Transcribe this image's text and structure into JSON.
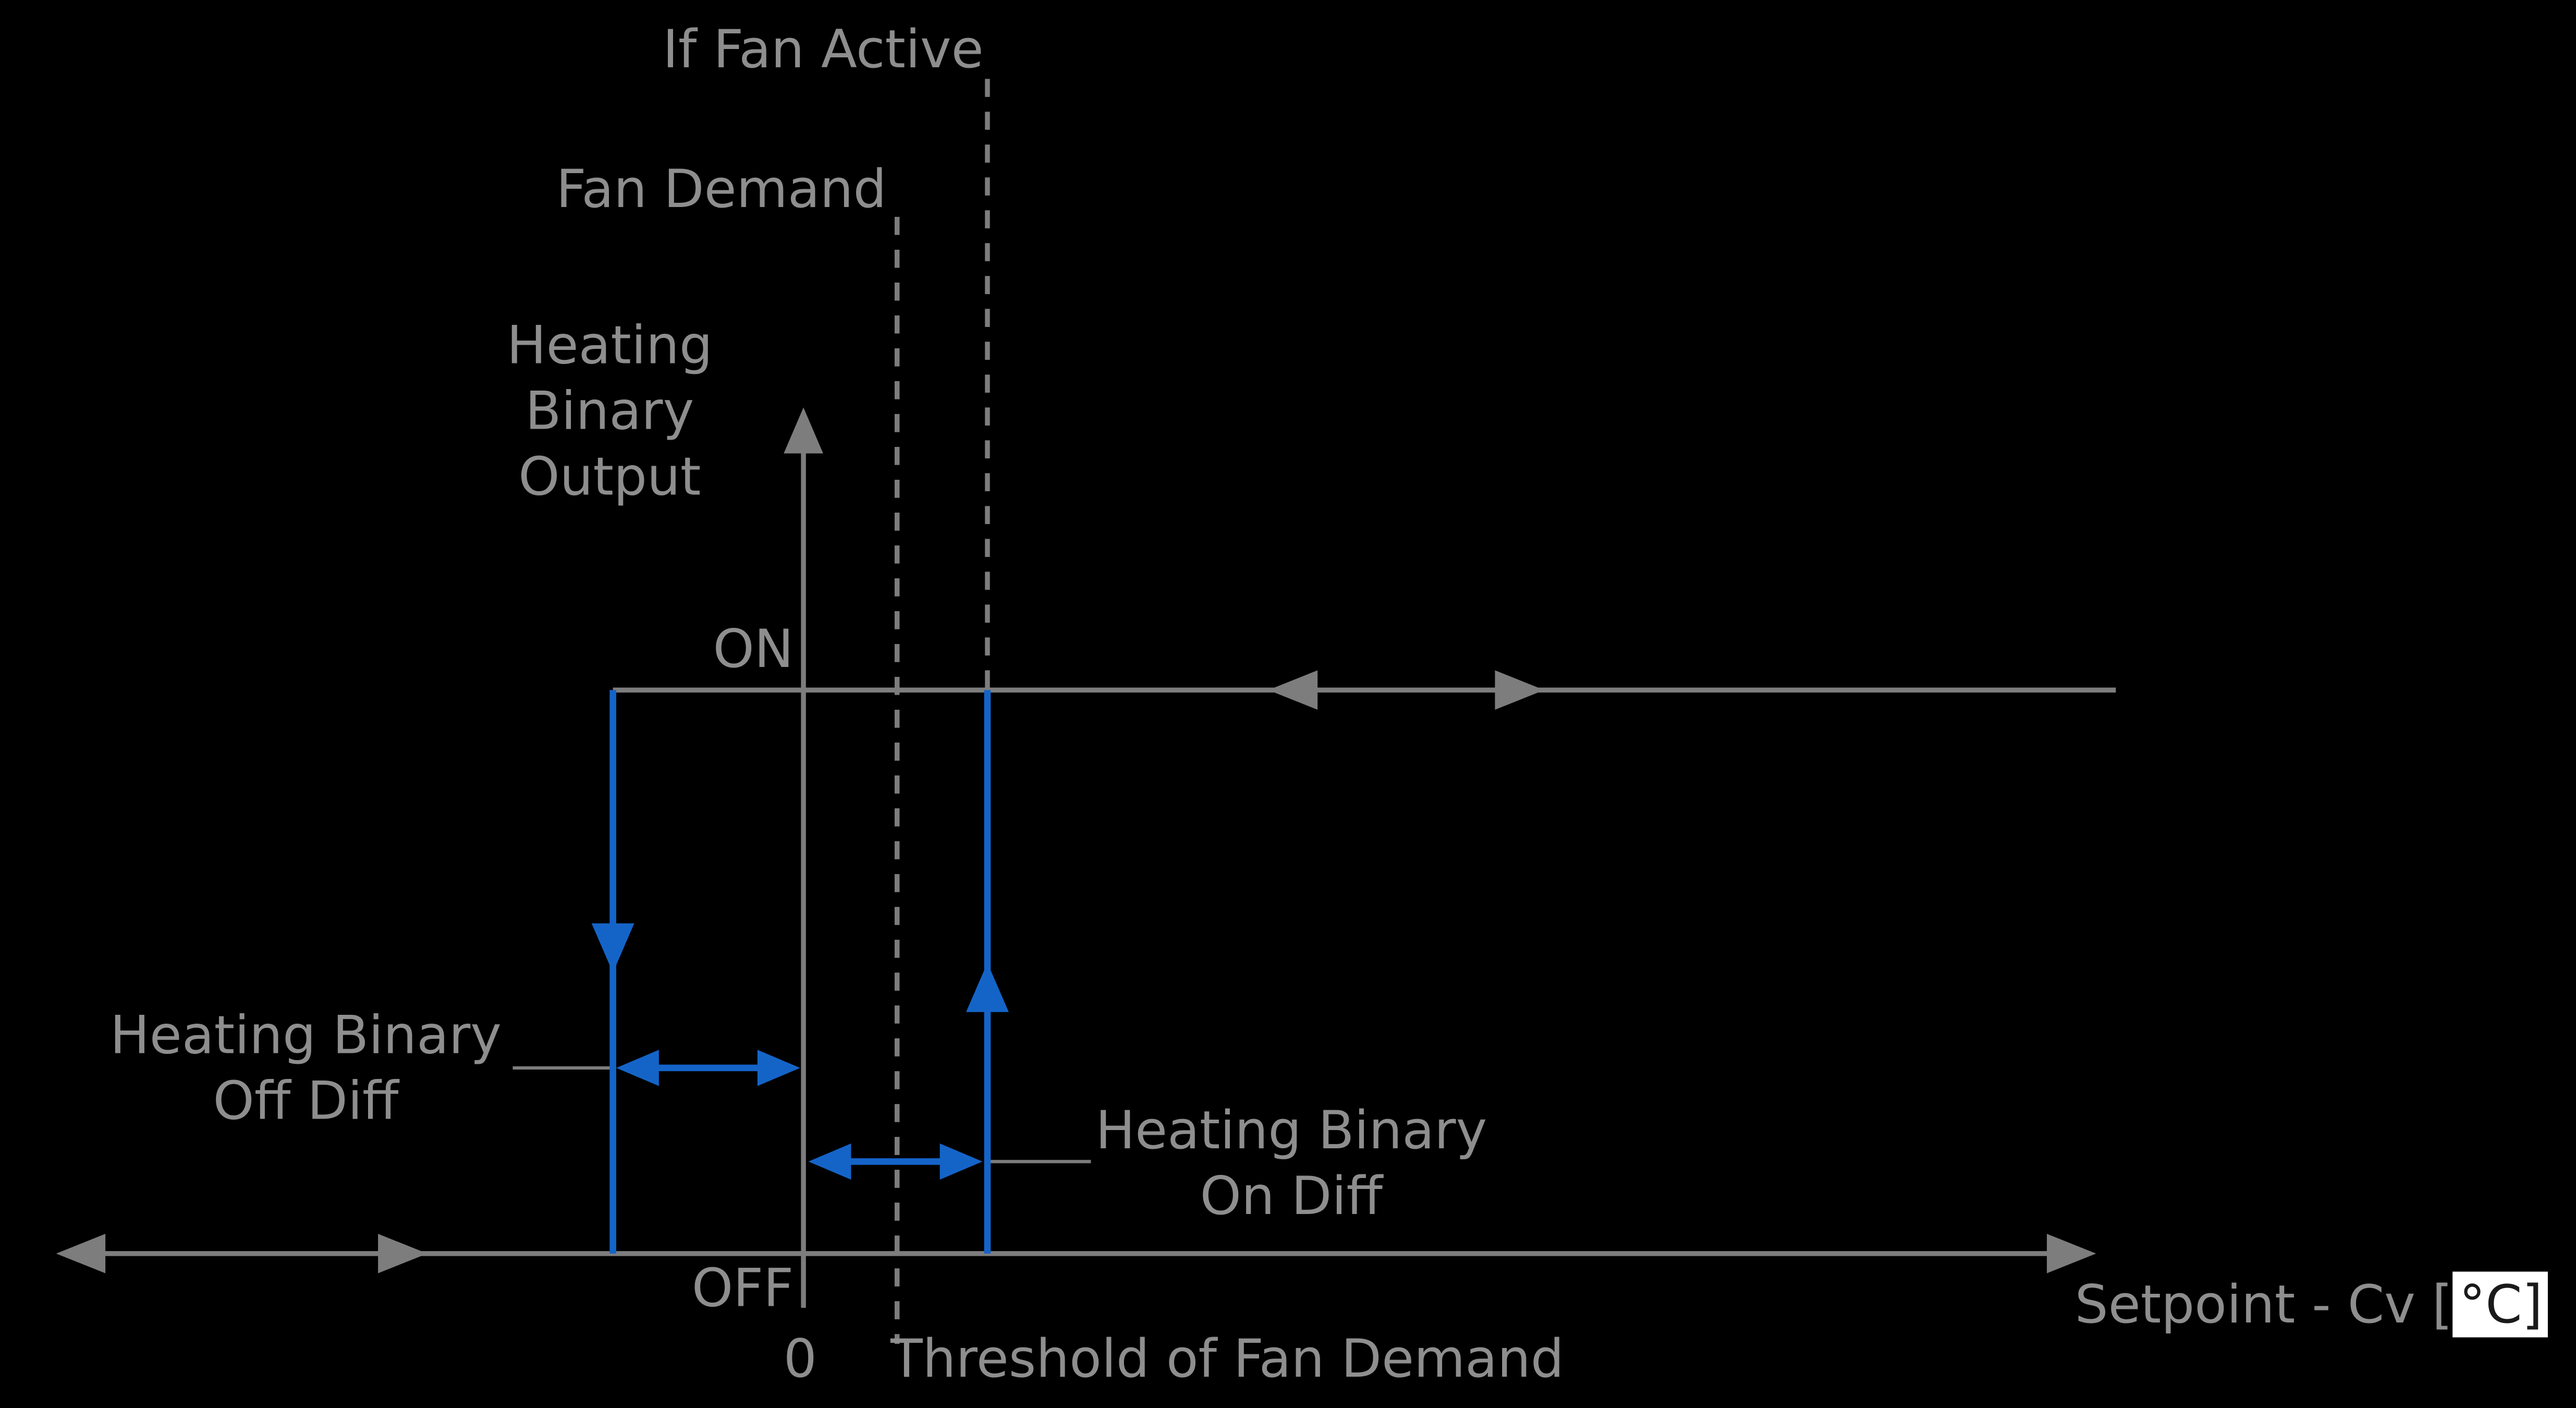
{
  "colors": {
    "background": "#000000",
    "line_gray": "#7d7d7d",
    "text_gray": "#8e8e8e",
    "accent_blue": "#1464c8",
    "highlight_bg": "#ffffff",
    "highlight_text": "#1a1a1a"
  },
  "diagram": {
    "if_fan_active_label": "If Fan Active",
    "fan_demand_label": "Fan Demand",
    "y_axis_label": [
      "Heating",
      "Binary",
      "Output"
    ],
    "on_state_label": "ON",
    "off_state_label": "OFF",
    "origin_label": "0",
    "off_diff_label": [
      "Heating Binary",
      "Off Diff"
    ],
    "on_diff_label": [
      "Heating Binary",
      "On Diff"
    ],
    "threshold_label": "Threshold of Fan Demand",
    "x_axis_label": "Setpoint - Cv [",
    "x_axis_unit_highlight": "°C]"
  }
}
